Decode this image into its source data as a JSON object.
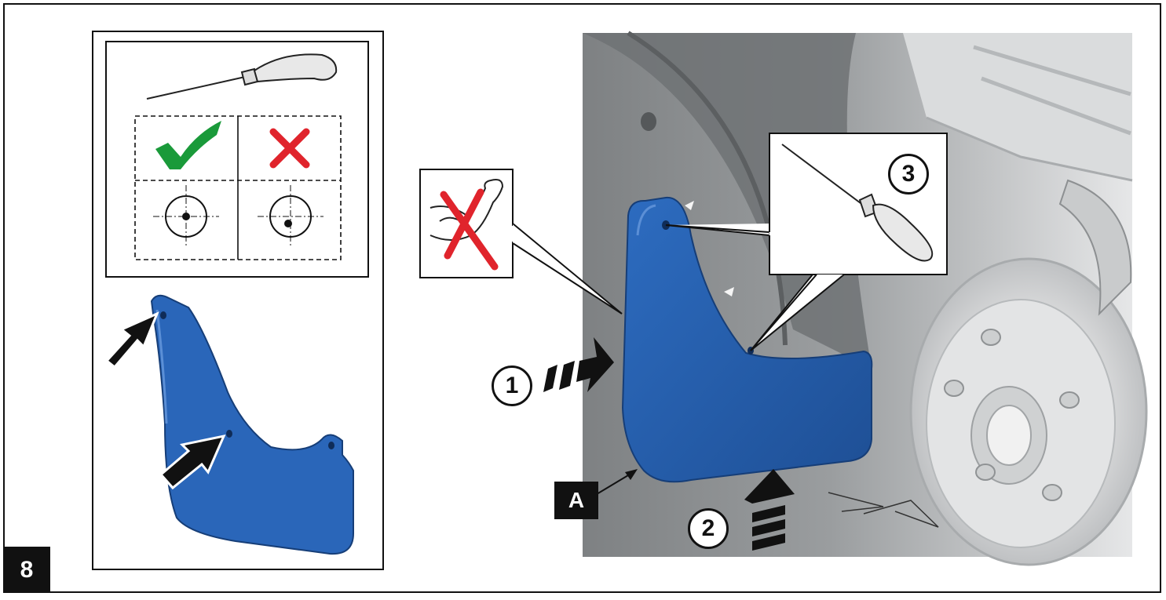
{
  "step": {
    "number": "8"
  },
  "labels": {
    "part": "A"
  },
  "callouts": {
    "one": "1",
    "two": "2",
    "three": "3"
  },
  "colors": {
    "mudflap": "#2a66b9",
    "check": "#1a9a3a",
    "cross": "#e0242c",
    "outline": "#111111"
  }
}
